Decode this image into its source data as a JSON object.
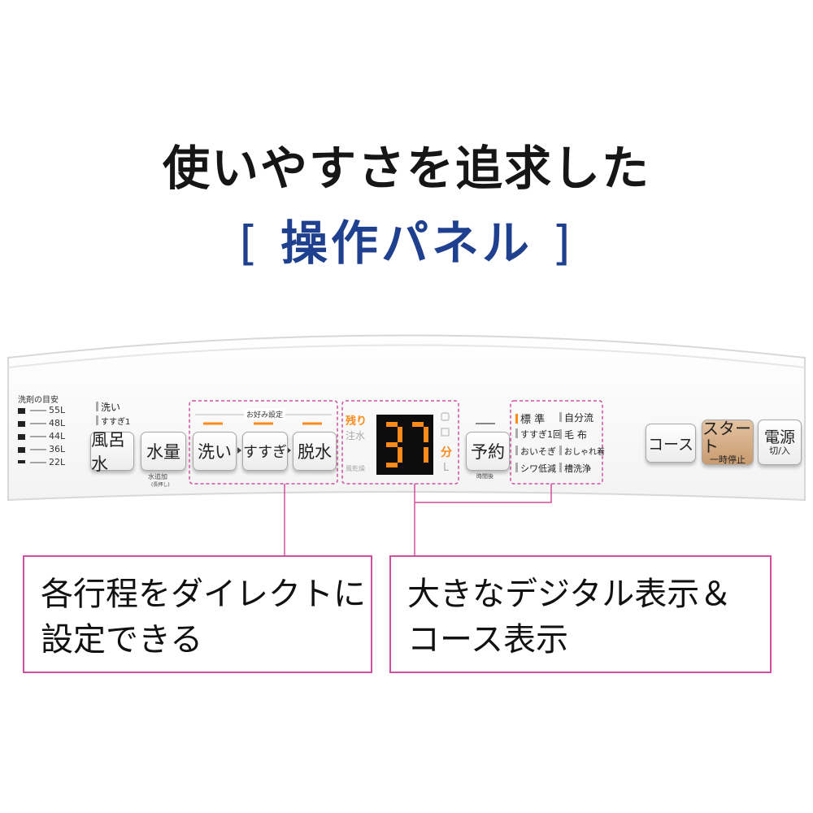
{
  "headline": {
    "line1": "使いやすさを追求した",
    "bracket_open": "[",
    "line2": "操作パネル",
    "bracket_close": "]",
    "line2_color": "#1f3f8f"
  },
  "detergent_guide": {
    "title": "洗剤の目安",
    "levels": [
      "55L",
      "48L",
      "44L",
      "36L",
      "22L"
    ]
  },
  "wash_indicators": [
    "洗い",
    "すすぎ1"
  ],
  "buttons": {
    "bath": "風呂水",
    "water": "水量",
    "water_sub": "水追加",
    "water_sub2": "(長押し)",
    "preference_title": "お好み設定",
    "wash": "洗い",
    "rinse": "すすぎ",
    "spin": "脱水",
    "reserve": "予約",
    "reserve_sub": "時間後",
    "course": "コース",
    "start": "スタート",
    "start_sub": "一時停止",
    "power": "電源",
    "power_sub": "切/入"
  },
  "display": {
    "digits": "37",
    "remaining": "残り",
    "water_fill": "注水",
    "dry": "風乾燥",
    "minutes": "分",
    "liters": "L",
    "digit_color": "#ff8a1a"
  },
  "courses": {
    "left": [
      "標 準",
      "すすぎ1回",
      "おいそぎ",
      "シワ低減"
    ],
    "right": [
      "自分流",
      "毛 布",
      "おしゃれ着",
      "槽洗浄"
    ],
    "selected": "標 準"
  },
  "callouts": {
    "left": [
      "各行程をダイレクトに",
      "設定できる"
    ],
    "right": [
      "大きなデジタル表示＆",
      "コース表示"
    ],
    "line_color": "#d04fa0"
  }
}
